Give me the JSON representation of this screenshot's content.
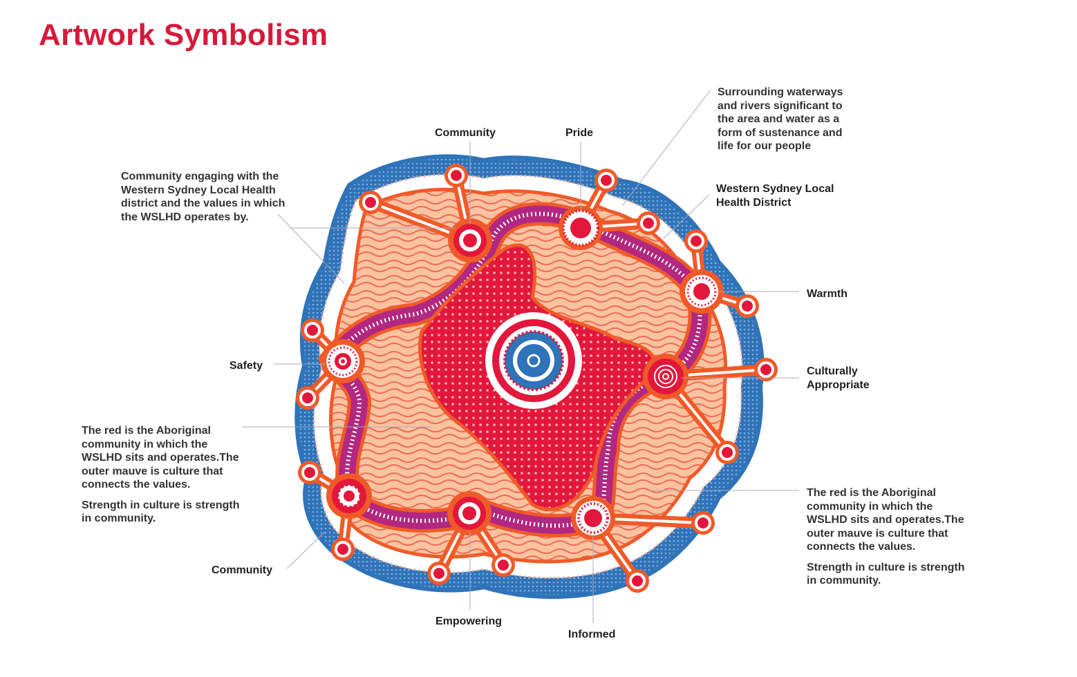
{
  "title": "Artwork Symbolism",
  "labels": {
    "community_top": "Community",
    "pride": "Pride",
    "warmth": "Warmth",
    "culturally_appropriate": "Culturally\nAppropriate",
    "safety": "Safety",
    "community_bottom": "Community",
    "empowering": "Empowering",
    "informed": "Informed",
    "wslhd": "Western Sydney Local\nHealth District"
  },
  "descriptions": {
    "waterways": "Surrounding waterways\nand rivers significant to\nthe area and water as a\nform of sustenance and\nlife for our people",
    "community_engaging": "Community engaging with the\nWestern Sydney Local Health\ndistrict and the values in which\nthe WSLHD operates by.",
    "red_left": "The red is the Aboriginal\ncommunity in which the\nWSLHD sits and operates.The\nouter mauve is culture that\nconnects the values.",
    "strength_left": "Strength in culture is strength\nin community.",
    "red_right": "The red is the Aboriginal\ncommunity in which the\nWSLHD sits and operates.The\nouter mauve is culture that\nconnects the values.",
    "strength_right": "Strength in culture is strength\nin community."
  },
  "colors": {
    "title": "#d7193a",
    "blue": "#2f73b8",
    "orange": "#f05a28",
    "red": "#e3173b",
    "peach": "#fbc39e",
    "mauve": "#b2277f",
    "leader": "#a8a8c8"
  }
}
